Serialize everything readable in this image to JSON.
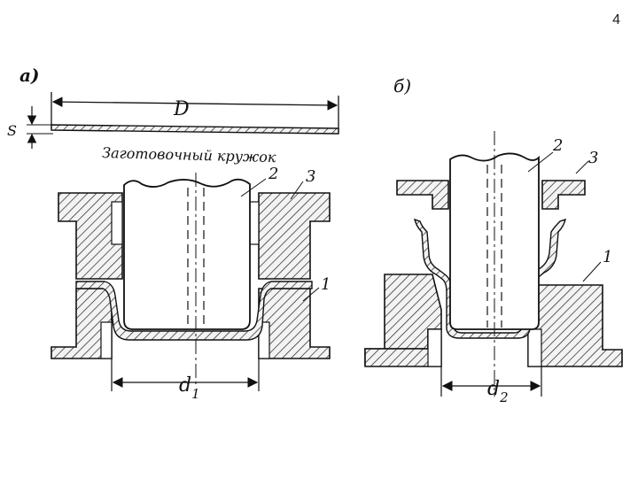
{
  "page": {
    "number": "4"
  },
  "figure": {
    "panel_a": {
      "label": "а)",
      "blank": {
        "diameter_label": "D",
        "thickness_label": "S",
        "caption": "Заготовочный кружок"
      },
      "parts": {
        "die": "1",
        "punch": "2",
        "holder": "3"
      },
      "dimension": {
        "base": "d",
        "sub": "1"
      }
    },
    "panel_b": {
      "label": "б)",
      "parts": {
        "die": "1",
        "punch": "2",
        "holder": "3"
      },
      "dimension": {
        "base": "d",
        "sub": "2"
      }
    }
  }
}
